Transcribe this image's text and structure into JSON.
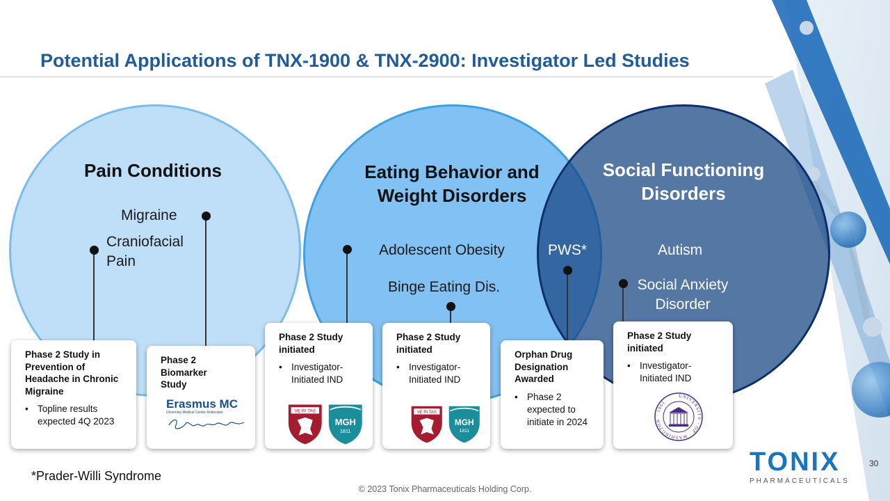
{
  "title": "Potential Applications of TNX-1900 & TNX-2900: Investigator Led Studies",
  "circles": {
    "pain": {
      "heading": "Pain Conditions",
      "items": [
        "Migraine",
        "Craniofacial Pain"
      ]
    },
    "eating": {
      "heading_line1": "Eating Behavior and",
      "heading_line2": "Weight Disorders",
      "items": [
        "Adolescent Obesity",
        "Binge Eating Dis."
      ]
    },
    "social": {
      "heading_line1": "Social Functioning",
      "heading_line2": "Disorders",
      "overlap_item": "PWS*",
      "items": [
        "Autism",
        "Social Anxiety Disorder"
      ]
    }
  },
  "cards": [
    {
      "title": "Phase 2 Study in Prevention of Headache in Chronic Migraine",
      "bullets": [
        "Topline results expected 4Q 2023"
      ]
    },
    {
      "title": "Phase 2 Biomarker Study",
      "logo": {
        "name": "Erasmus MC",
        "subtitle": "University Medical Center Rotterdam"
      }
    },
    {
      "title": "Phase 2 Study initiated",
      "bullets": [
        "Investigator-Initiated IND"
      ],
      "logos": [
        "harvard-shield",
        "mgh-shield"
      ],
      "logo_text": {
        "veritas": "VE RI TAS",
        "mgh": "MGH",
        "mgh_year": "1811"
      }
    },
    {
      "title": "Phase 2 Study initiated",
      "bullets": [
        "Investigator-Initiated IND"
      ],
      "logos": [
        "harvard-shield",
        "mgh-shield"
      ],
      "logo_text": {
        "veritas": "VE RI TAS",
        "mgh": "MGH",
        "mgh_year": "1811"
      }
    },
    {
      "title": "Orphan Drug Designation Awarded",
      "bullets": [
        "Phase 2 expected to initiate in 2024"
      ]
    },
    {
      "title": "Phase 2 Study initiated",
      "bullets": [
        "Investigator-Initiated IND"
      ],
      "logos": [
        "uw-seal"
      ],
      "seal_text": "UNIVERSITY · OF · WASHINGTON · 1861"
    }
  ],
  "footnote": "*Prader-Willi Syndrome",
  "copyright": "© 2023 Tonix Pharmaceuticals Holding Corp.",
  "page_number": "30",
  "brand": {
    "name": "TONIX",
    "subtitle": "PHARMACEUTICALS",
    "color": "#1b75bc"
  },
  "colors": {
    "title": "#1f5c99",
    "pain_circle": "#bfdff8",
    "eating_circle": "#82c1f3",
    "social_circle": "#184884"
  }
}
